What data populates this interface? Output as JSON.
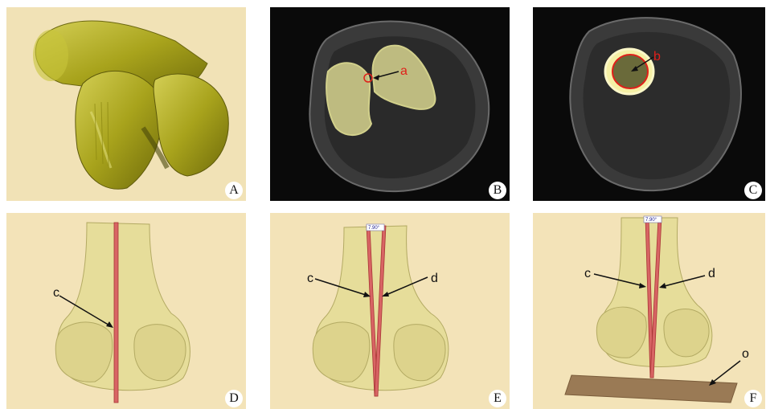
{
  "panels": [
    {
      "id": "A",
      "letter": "A"
    },
    {
      "id": "B",
      "letter": "B",
      "marker": "a"
    },
    {
      "id": "C",
      "letter": "C",
      "marker": "b"
    },
    {
      "id": "D",
      "letter": "D",
      "line_labels": [
        "c"
      ]
    },
    {
      "id": "E",
      "letter": "E",
      "line_labels": [
        "c",
        "d"
      ],
      "angle": "7.90°"
    },
    {
      "id": "F",
      "letter": "F",
      "line_labels": [
        "c",
        "d",
        "o"
      ],
      "angle": "7.90°"
    }
  ],
  "colors": {
    "bone_bg": "#f3e3b8",
    "bone_surface": "#e6dd9a",
    "bone_3d": "#b9b52a",
    "ct_bg": "#0a0a0a",
    "axis_line": "#c84040",
    "label_red": "#e0201a",
    "plane": "#9a7a55"
  }
}
